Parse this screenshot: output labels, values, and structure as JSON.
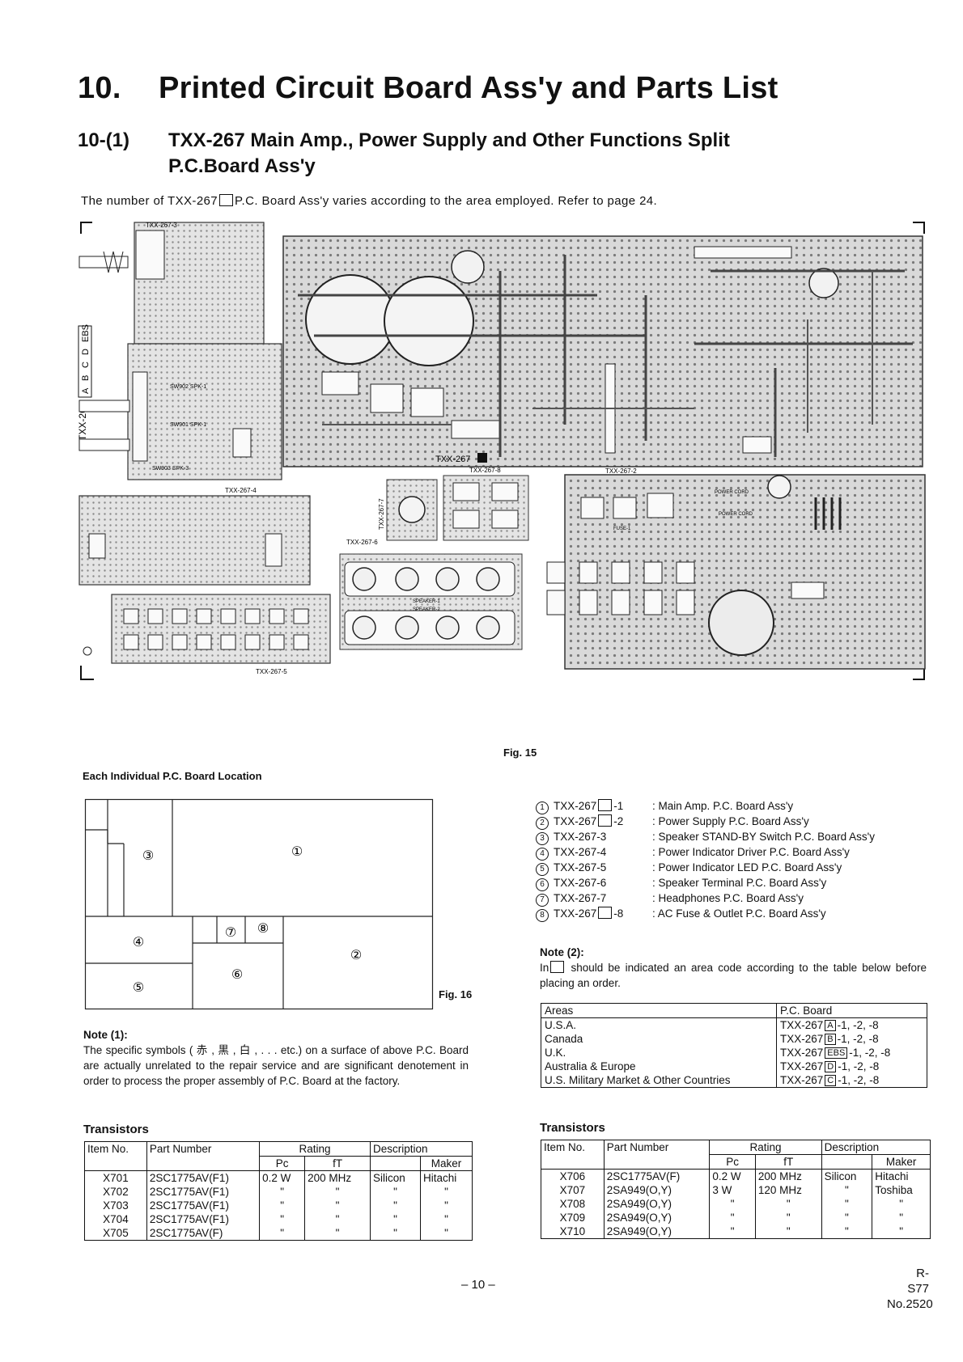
{
  "header": {
    "section_number": "10.",
    "section_title": "Printed Circuit Board Ass'y and Parts List",
    "sub_number": "10-(1)",
    "sub_title_line1": "TXX-267 Main Amp., Power Supply and Other Functions Split",
    "sub_title_line2": "P.C.Board Ass'y",
    "intro_before": "The number of TXX-267",
    "intro_after": "P.C. Board Ass'y varies according to the area employed. Refer to page 24."
  },
  "pcb_figure": {
    "board_labels": [
      "TXX-267-3",
      "TXX-267-4",
      "TXX-267-5",
      "TXX-267-6",
      "TXX-267-7",
      "TXX-267-8",
      "TXX-267-2",
      "TXX-267"
    ],
    "side_label": "TXX-267",
    "side_codes": [
      "A",
      "B",
      "C",
      "D",
      "EBS"
    ],
    "switch_labels": [
      "SW901 SPK-1",
      "SW902 SPK-1",
      "SW903 SPK-3"
    ],
    "speaker_labels": [
      "SPEAKER-1",
      "SPEAKER-2"
    ],
    "fuse_label": "FUSE-1",
    "power_cord_labels": [
      "POWER CORD",
      "POWER CORD"
    ],
    "caption": "Fig. 15"
  },
  "location": {
    "title": "Each Individual P.C. Board Location",
    "region_labels": [
      "③",
      "①",
      "④",
      "⑦",
      "⑧",
      "②",
      "⑥",
      "⑤"
    ],
    "caption": "Fig. 16"
  },
  "board_list": [
    {
      "num": "1",
      "code_before": "TXX-267",
      "code_after": "-1",
      "desc": "Main Amp. P.C. Board Ass'y"
    },
    {
      "num": "2",
      "code_before": "TXX-267",
      "code_after": "-2",
      "desc": "Power Supply P.C. Board Ass'y"
    },
    {
      "num": "3",
      "code_before": "TXX-267-3",
      "code_after": "",
      "desc": "Speaker STAND-BY Switch P.C. Board Ass'y"
    },
    {
      "num": "4",
      "code_before": "TXX-267-4",
      "code_after": "",
      "desc": "Power Indicator Driver P.C. Board Ass'y"
    },
    {
      "num": "5",
      "code_before": "TXX-267-5",
      "code_after": "",
      "desc": "Power Indicator LED P.C. Board Ass'y"
    },
    {
      "num": "6",
      "code_before": "TXX-267-6",
      "code_after": "",
      "desc": "Speaker Terminal P.C. Board Ass'y"
    },
    {
      "num": "7",
      "code_before": "TXX-267-7",
      "code_after": "",
      "desc": "Headphones P.C. Board Ass'y"
    },
    {
      "num": "8",
      "code_before": "TXX-267",
      "code_after": "-8",
      "desc": "AC Fuse & Outlet P.C. Board Ass'y"
    }
  ],
  "note2": {
    "heading": "Note (2):",
    "text_before": "In",
    "text_after": "should be indicated an area code according to the table below before placing an order."
  },
  "areas_table": {
    "headers": [
      "Areas",
      "P.C. Board"
    ],
    "rows": [
      {
        "area": "U.S.A.",
        "board": "TXX-267",
        "code": "A",
        "suffix": "-1, -2, -8"
      },
      {
        "area": "Canada",
        "board": "TXX-267",
        "code": "B",
        "suffix": "-1, -2, -8"
      },
      {
        "area": "U.K.",
        "board": "TXX-267",
        "code": "EBS",
        "suffix": "-1, -2, -8"
      },
      {
        "area": "Australia & Europe",
        "board": "TXX-267",
        "code": "D",
        "suffix": "-1, -2, -8"
      },
      {
        "area": "U.S. Military Market & Other Countries",
        "board": "TXX-267",
        "code": "C",
        "suffix": "-1, -2, -8"
      }
    ]
  },
  "note1": {
    "heading": "Note (1):",
    "text": "The specific symbols ( 赤 , 黒 , 白 , . . . etc.) on a surface of above P.C. Board are actually unrelated to the repair service and are significant denotement in order to process the proper assembly of P.C. Board at the factory."
  },
  "transistors_left": {
    "title": "Transistors",
    "headers": {
      "item": "Item No.",
      "part": "Part Number",
      "rating": "Rating",
      "desc": "Description",
      "pc": "Pc",
      "ft": "fT",
      "maker": "Maker"
    },
    "rows": [
      {
        "item": "X701",
        "part": "2SC1775AV(F1)",
        "pc": "0.2 W",
        "ft": "200 MHz",
        "desc": "Silicon",
        "maker": "Hitachi"
      },
      {
        "item": "X702",
        "part": "2SC1775AV(F1)",
        "pc": "\"",
        "ft": "\"",
        "desc": "\"",
        "maker": "\""
      },
      {
        "item": "X703",
        "part": "2SC1775AV(F1)",
        "pc": "\"",
        "ft": "\"",
        "desc": "\"",
        "maker": "\""
      },
      {
        "item": "X704",
        "part": "2SC1775AV(F1)",
        "pc": "\"",
        "ft": "\"",
        "desc": "\"",
        "maker": "\""
      },
      {
        "item": "X705",
        "part": "2SC1775AV(F)",
        "pc": "\"",
        "ft": "\"",
        "desc": "\"",
        "maker": "\""
      }
    ]
  },
  "transistors_right": {
    "title": "Transistors",
    "headers": {
      "item": "Item No.",
      "part": "Part Number",
      "rating": "Rating",
      "desc": "Description",
      "pc": "Pc",
      "ft": "fT",
      "maker": "Maker"
    },
    "rows": [
      {
        "item": "X706",
        "part": "2SC1775AV(F)",
        "pc": "0.2 W",
        "ft": "200 MHz",
        "desc": "Silicon",
        "maker": "Hitachi"
      },
      {
        "item": "X707",
        "part": "2SA949(O,Y)",
        "pc": "3 W",
        "ft": "120 MHz",
        "desc": "\"",
        "maker": "Toshiba"
      },
      {
        "item": "X708",
        "part": "2SA949(O,Y)",
        "pc": "\"",
        "ft": "\"",
        "desc": "\"",
        "maker": "\""
      },
      {
        "item": "X709",
        "part": "2SA949(O,Y)",
        "pc": "\"",
        "ft": "\"",
        "desc": "\"",
        "maker": "\""
      },
      {
        "item": "X710",
        "part": "2SA949(O,Y)",
        "pc": "\"",
        "ft": "\"",
        "desc": "\"",
        "maker": "\""
      }
    ]
  },
  "footer": {
    "page_number": "– 10 –",
    "model": "R-S77",
    "doc_number": "No.2520"
  }
}
